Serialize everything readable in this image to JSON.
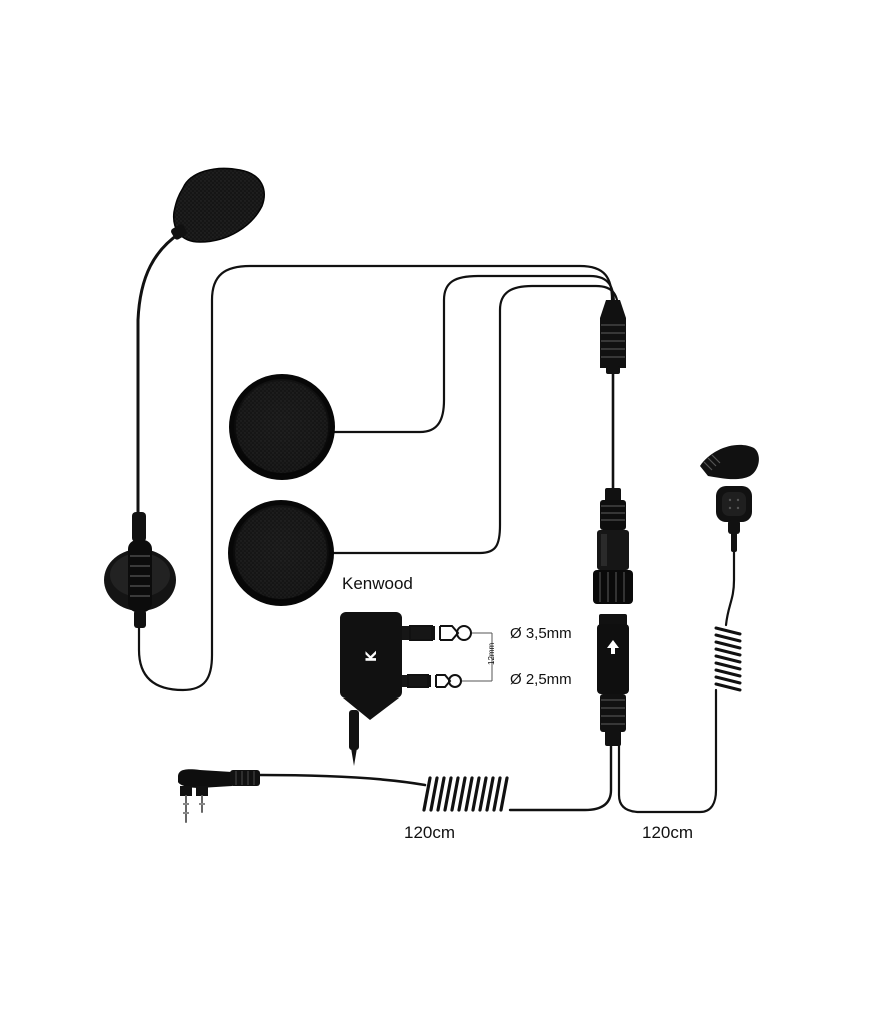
{
  "labels": {
    "brand": "Kenwood",
    "plug_letter": "K",
    "plug_large": "Ø 3,5mm",
    "plug_small": "Ø 2,5mm",
    "pin_spacing": "12mm",
    "cable_left": "120cm",
    "cable_right": "120cm"
  },
  "colors": {
    "product": "#111111",
    "background": "#ffffff",
    "dimension": "#555555"
  }
}
